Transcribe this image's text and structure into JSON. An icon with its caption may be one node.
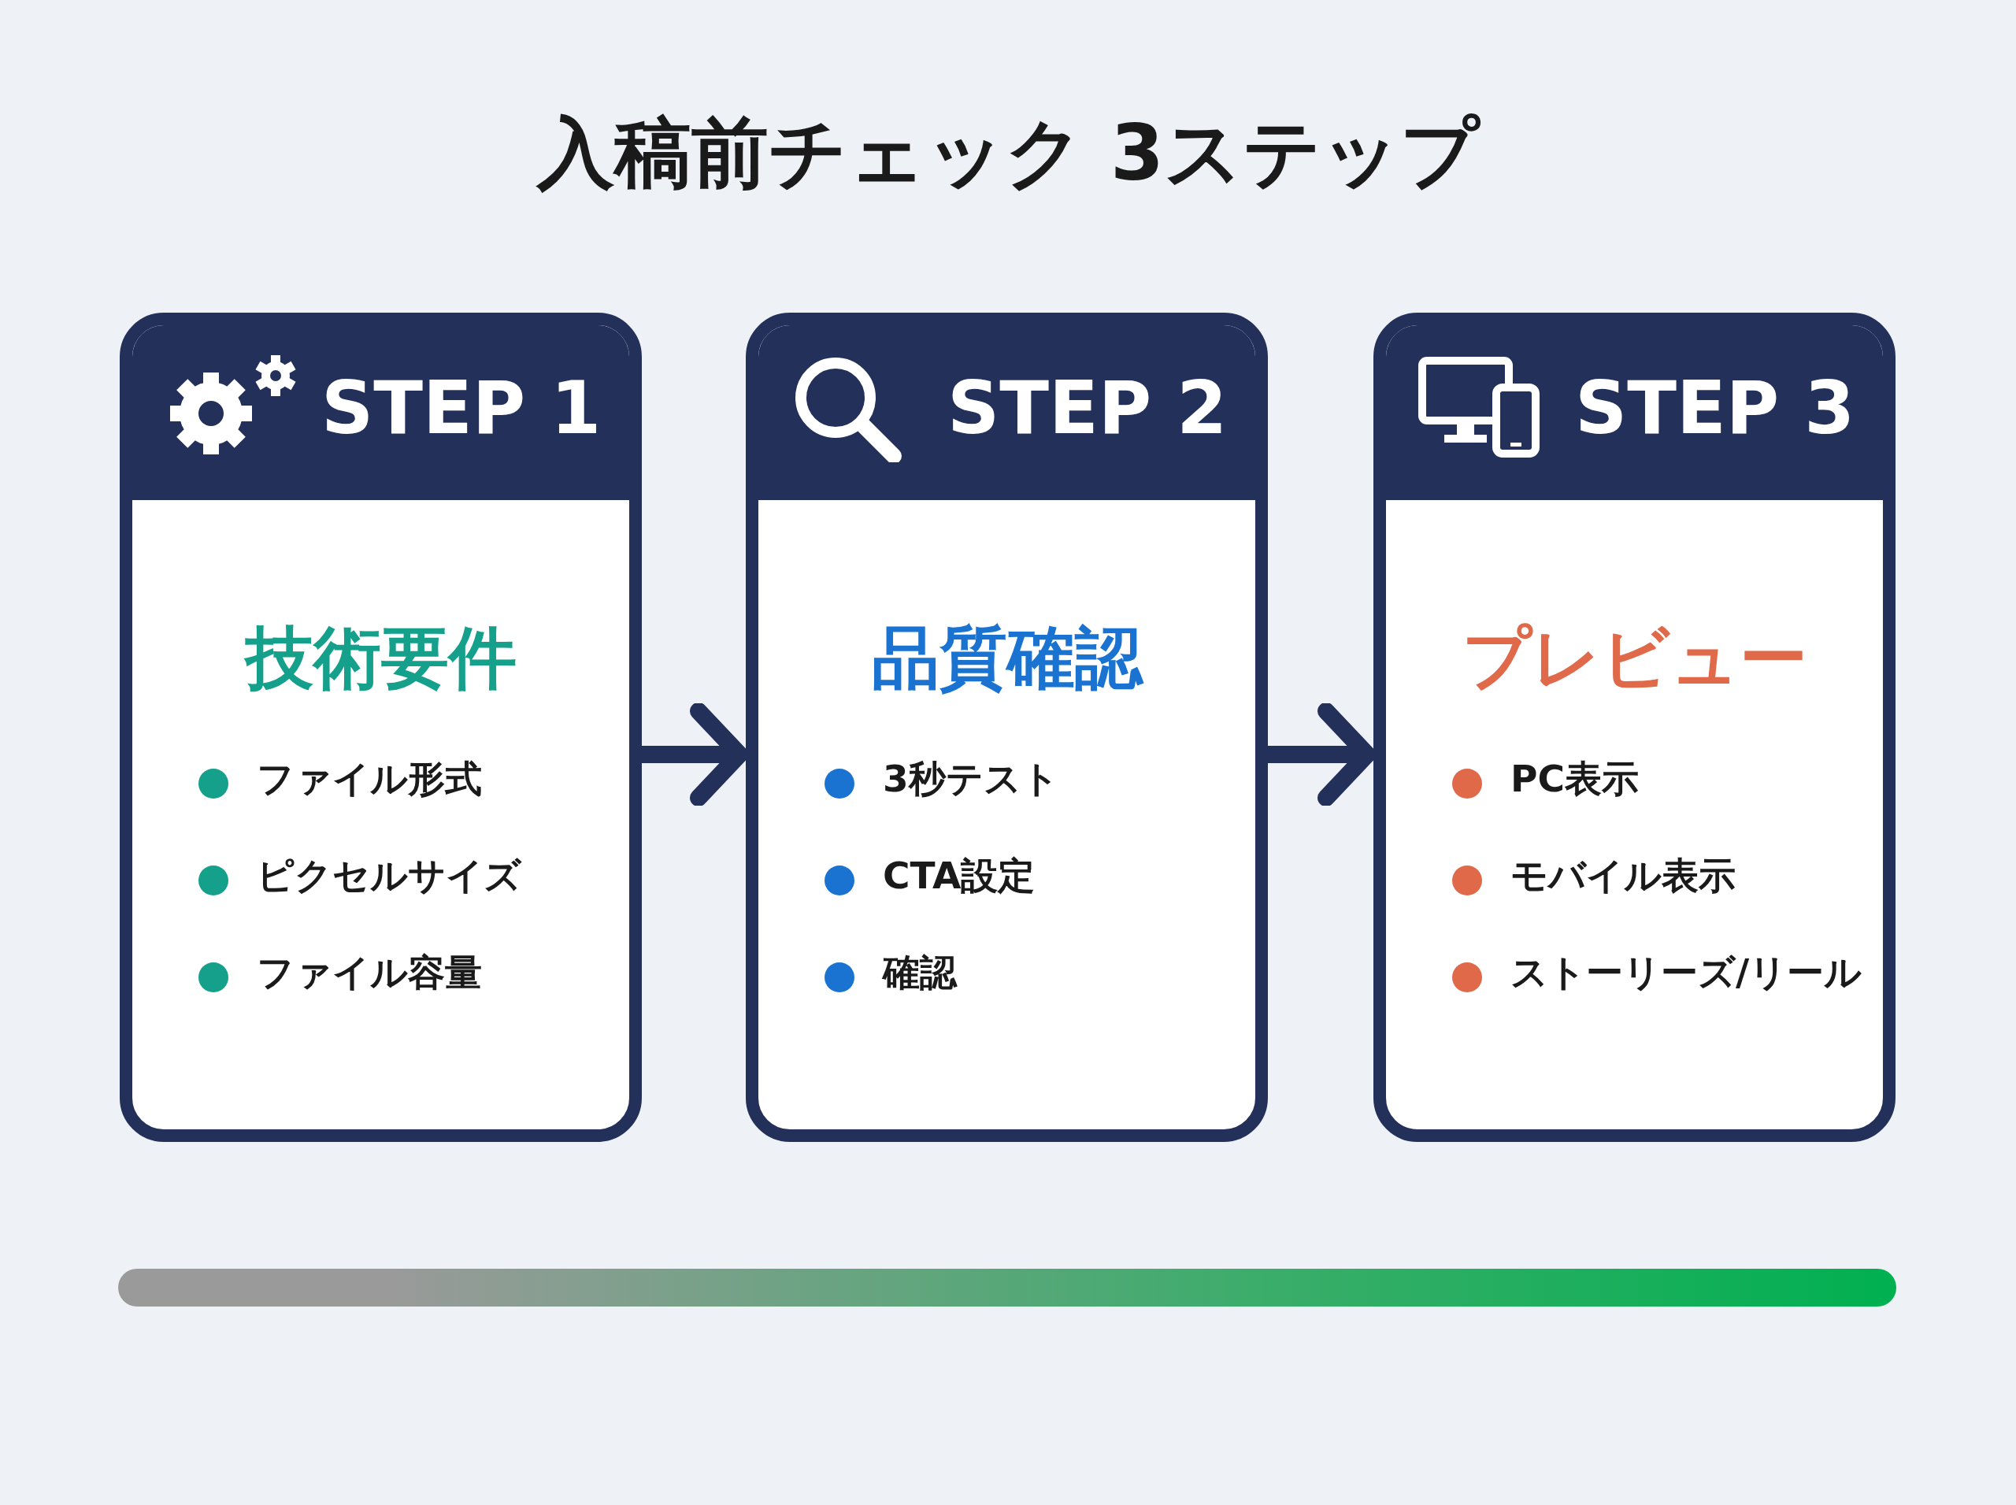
{
  "diagram": {
    "title": "入稿前チェック 3ステップ",
    "nodes": [
      {
        "text": [
          "STEP 1",
          "技術要件",
          "ファイル形式",
          "ピクセルサイズ",
          "ファイル容量"
        ]
      },
      {
        "text": [
          "STEP 2",
          "品質確認",
          "3秒テスト",
          "CTA設定",
          "確認"
        ]
      },
      {
        "text": [
          "STEP 3",
          "プレビュー",
          "PC表示",
          "モバイル表示",
          "ストーリーズ/リール"
        ]
      }
    ],
    "edges": [
      {
        "from": 0,
        "to": 1,
        "arrow": "to"
      },
      {
        "from": 1,
        "to": 2,
        "arrow": "to"
      }
    ]
  }
}
